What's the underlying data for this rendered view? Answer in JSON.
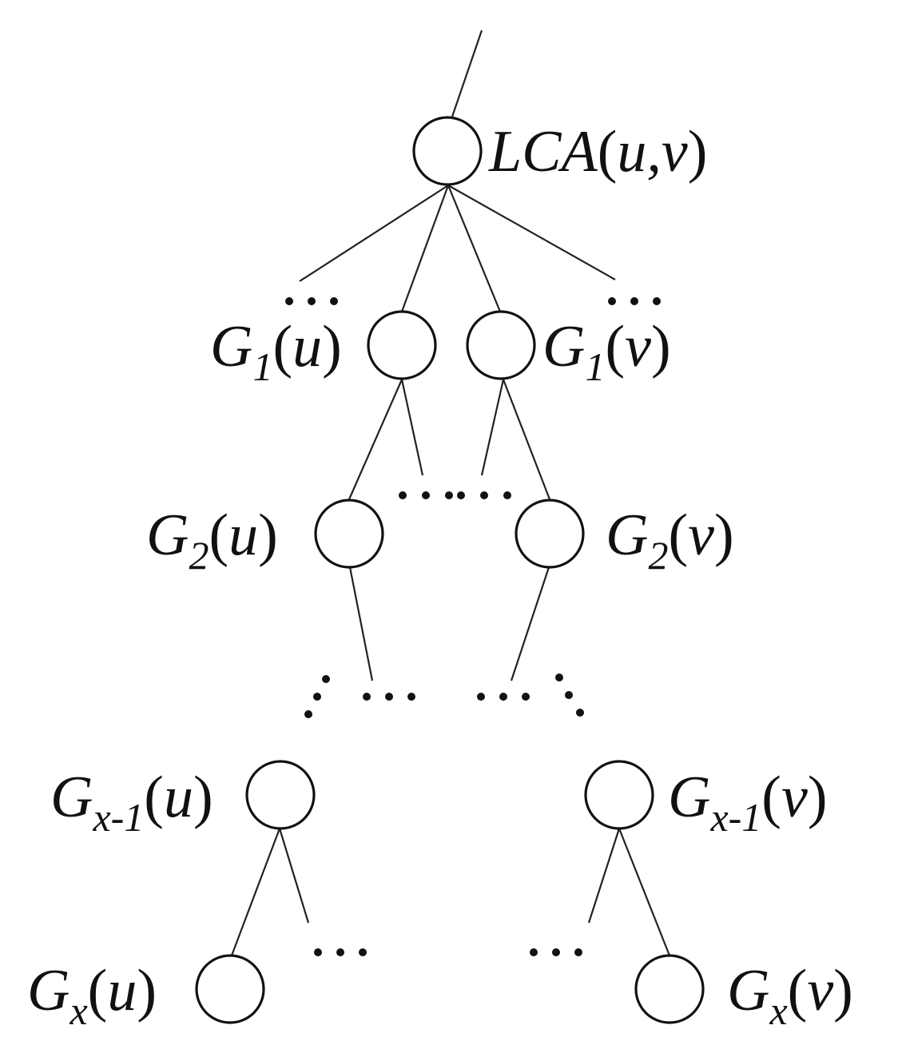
{
  "root": {
    "label": "LCA(u,v)",
    "lca": "LCA",
    "args": "u,v"
  },
  "left_chain": [
    {
      "base": "G",
      "sub": "1",
      "arg": "u"
    },
    {
      "base": "G",
      "sub": "2",
      "arg": "u"
    },
    {
      "base": "G",
      "sub": "x-1",
      "arg": "u"
    },
    {
      "base": "G",
      "sub": "x",
      "arg": "u"
    }
  ],
  "right_chain": [
    {
      "base": "G",
      "sub": "1",
      "arg": "v"
    },
    {
      "base": "G",
      "sub": "2",
      "arg": "v"
    },
    {
      "base": "G",
      "sub": "x-1",
      "arg": "v"
    },
    {
      "base": "G",
      "sub": "x",
      "arg": "v"
    }
  ],
  "ellipsis": "…"
}
